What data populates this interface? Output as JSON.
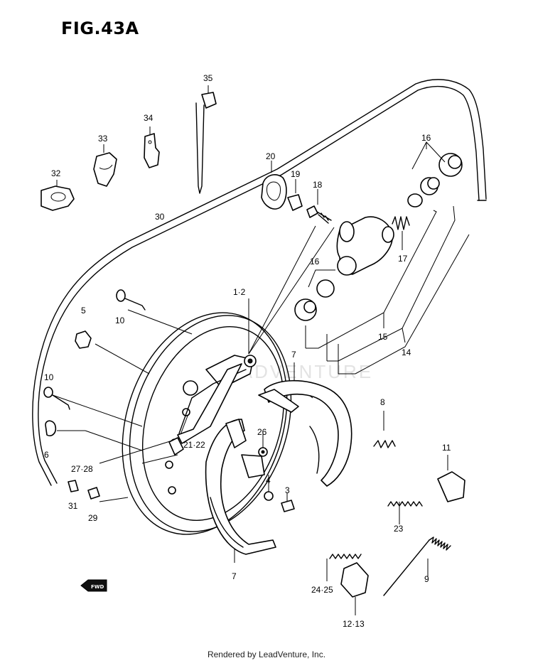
{
  "figure": {
    "title": "FIG.43A"
  },
  "footer": {
    "text": "Rendered by LeadVenture, Inc."
  },
  "watermark": {
    "text": "LEADVENTURE"
  },
  "arrow_tag": {
    "text": "FWD"
  },
  "labels": {
    "l1_2": "1·2",
    "l3": "3",
    "l4": "4",
    "l5": "5",
    "l6": "6",
    "l7a": "7",
    "l7b": "7",
    "l8": "8",
    "l9": "9",
    "l10a": "10",
    "l10b": "10",
    "l11": "11",
    "l12_13": "12·13",
    "l14": "14",
    "l15": "15",
    "l16a": "16",
    "l16b": "16",
    "l17": "17",
    "l18": "18",
    "l19": "19",
    "l20": "20",
    "l21_22": "21·22",
    "l23": "23",
    "l24_25": "24·25",
    "l26": "26",
    "l27_28": "27·28",
    "l29": "29",
    "l30": "30",
    "l31": "31",
    "l32": "32",
    "l33": "33",
    "l34": "34",
    "l35": "35"
  }
}
